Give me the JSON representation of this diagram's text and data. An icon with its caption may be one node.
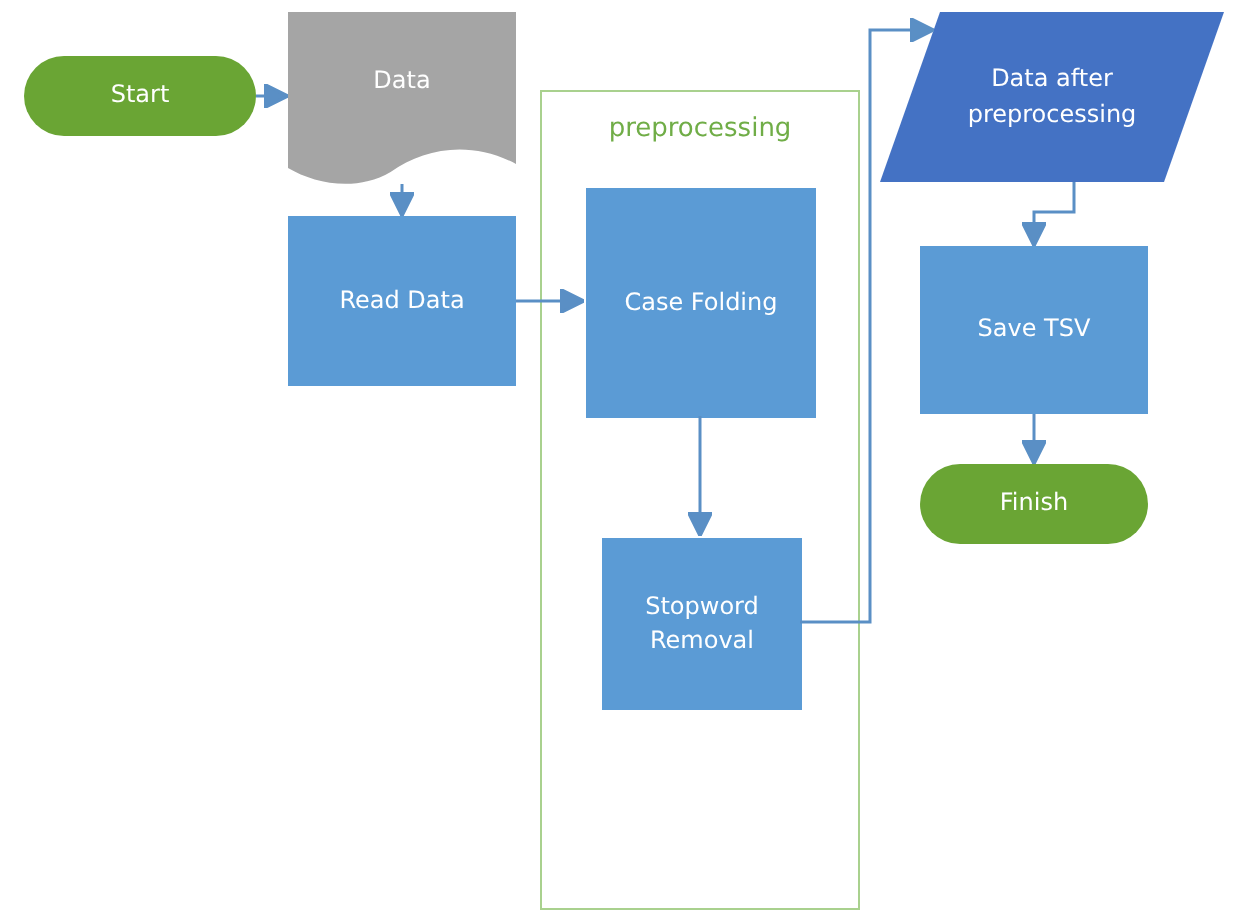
{
  "diagram": {
    "nodes": [
      {
        "text": [
          "Start"
        ]
      },
      {
        "text": [
          "Data"
        ]
      },
      {
        "text": [
          "Read Data"
        ]
      },
      {
        "text": [
          "preprocessing"
        ]
      },
      {
        "text": [
          "Case Folding"
        ],
        "in": 3
      },
      {
        "text": [
          "Stopword Removal"
        ],
        "in": 3
      },
      {
        "text": [
          "Data after preprocessing"
        ]
      },
      {
        "text": [
          "Save TSV"
        ]
      },
      {
        "text": [
          "Finish"
        ]
      }
    ],
    "edges": [
      {
        "from": 0,
        "to": 1,
        "arrow": "to"
      },
      {
        "from": 1,
        "to": 2,
        "arrow": "to"
      },
      {
        "from": 2,
        "to": 4,
        "arrow": "to"
      },
      {
        "from": 4,
        "to": 5,
        "arrow": "to"
      },
      {
        "from": 5,
        "to": 6,
        "arrow": "to"
      },
      {
        "from": 6,
        "to": 7,
        "arrow": "to"
      },
      {
        "from": 7,
        "to": 8,
        "arrow": "to"
      }
    ]
  }
}
